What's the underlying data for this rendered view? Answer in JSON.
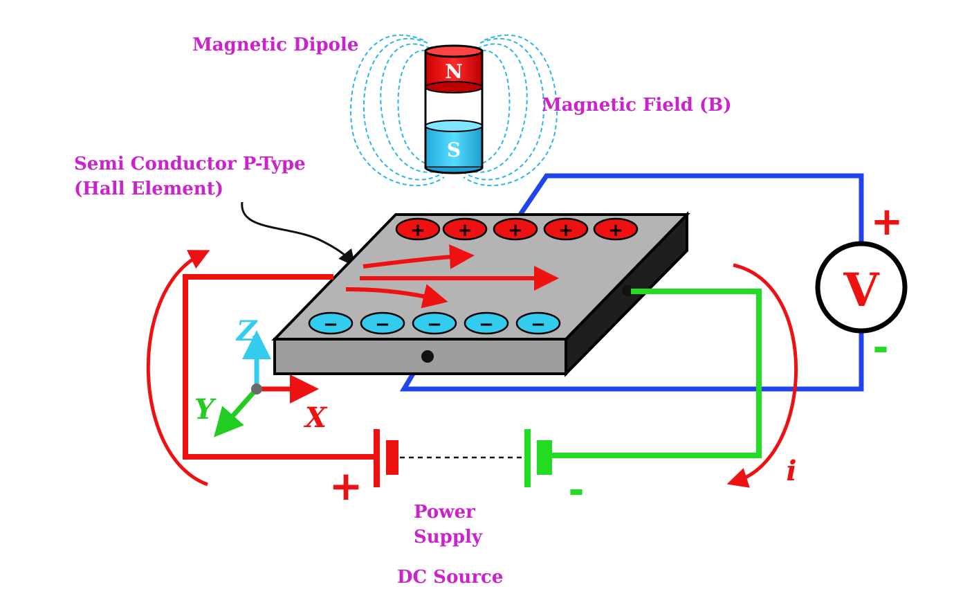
{
  "labels": {
    "magnetic_dipole": "Magnetic Dipole",
    "magnetic_field": "Magnetic Field (B)",
    "semiconductor_line1": "Semi Conductor P-Type",
    "semiconductor_line2": "(Hall Element)",
    "power_line1": "Power",
    "power_line2": "Supply",
    "dc_source": "DC Source"
  },
  "magnet": {
    "north": "N",
    "south": "S"
  },
  "charges": {
    "positive": "+",
    "negative": "−"
  },
  "voltmeter": {
    "symbol": "V",
    "plus": "+",
    "minus": "-"
  },
  "battery": {
    "plus": "+",
    "minus": "-"
  },
  "axes": {
    "x": "X",
    "y": "Y",
    "z": "Z"
  },
  "current_symbol": "i",
  "colors": {
    "label": "#cc22cc",
    "current_red": "#ee1111",
    "field_blue": "#29b6e8",
    "negative_blue": "#33ccee",
    "hall_wire_blue": "#2244ee",
    "supply_green": "#22dd22",
    "plate_gray": "#b4b4b4"
  }
}
